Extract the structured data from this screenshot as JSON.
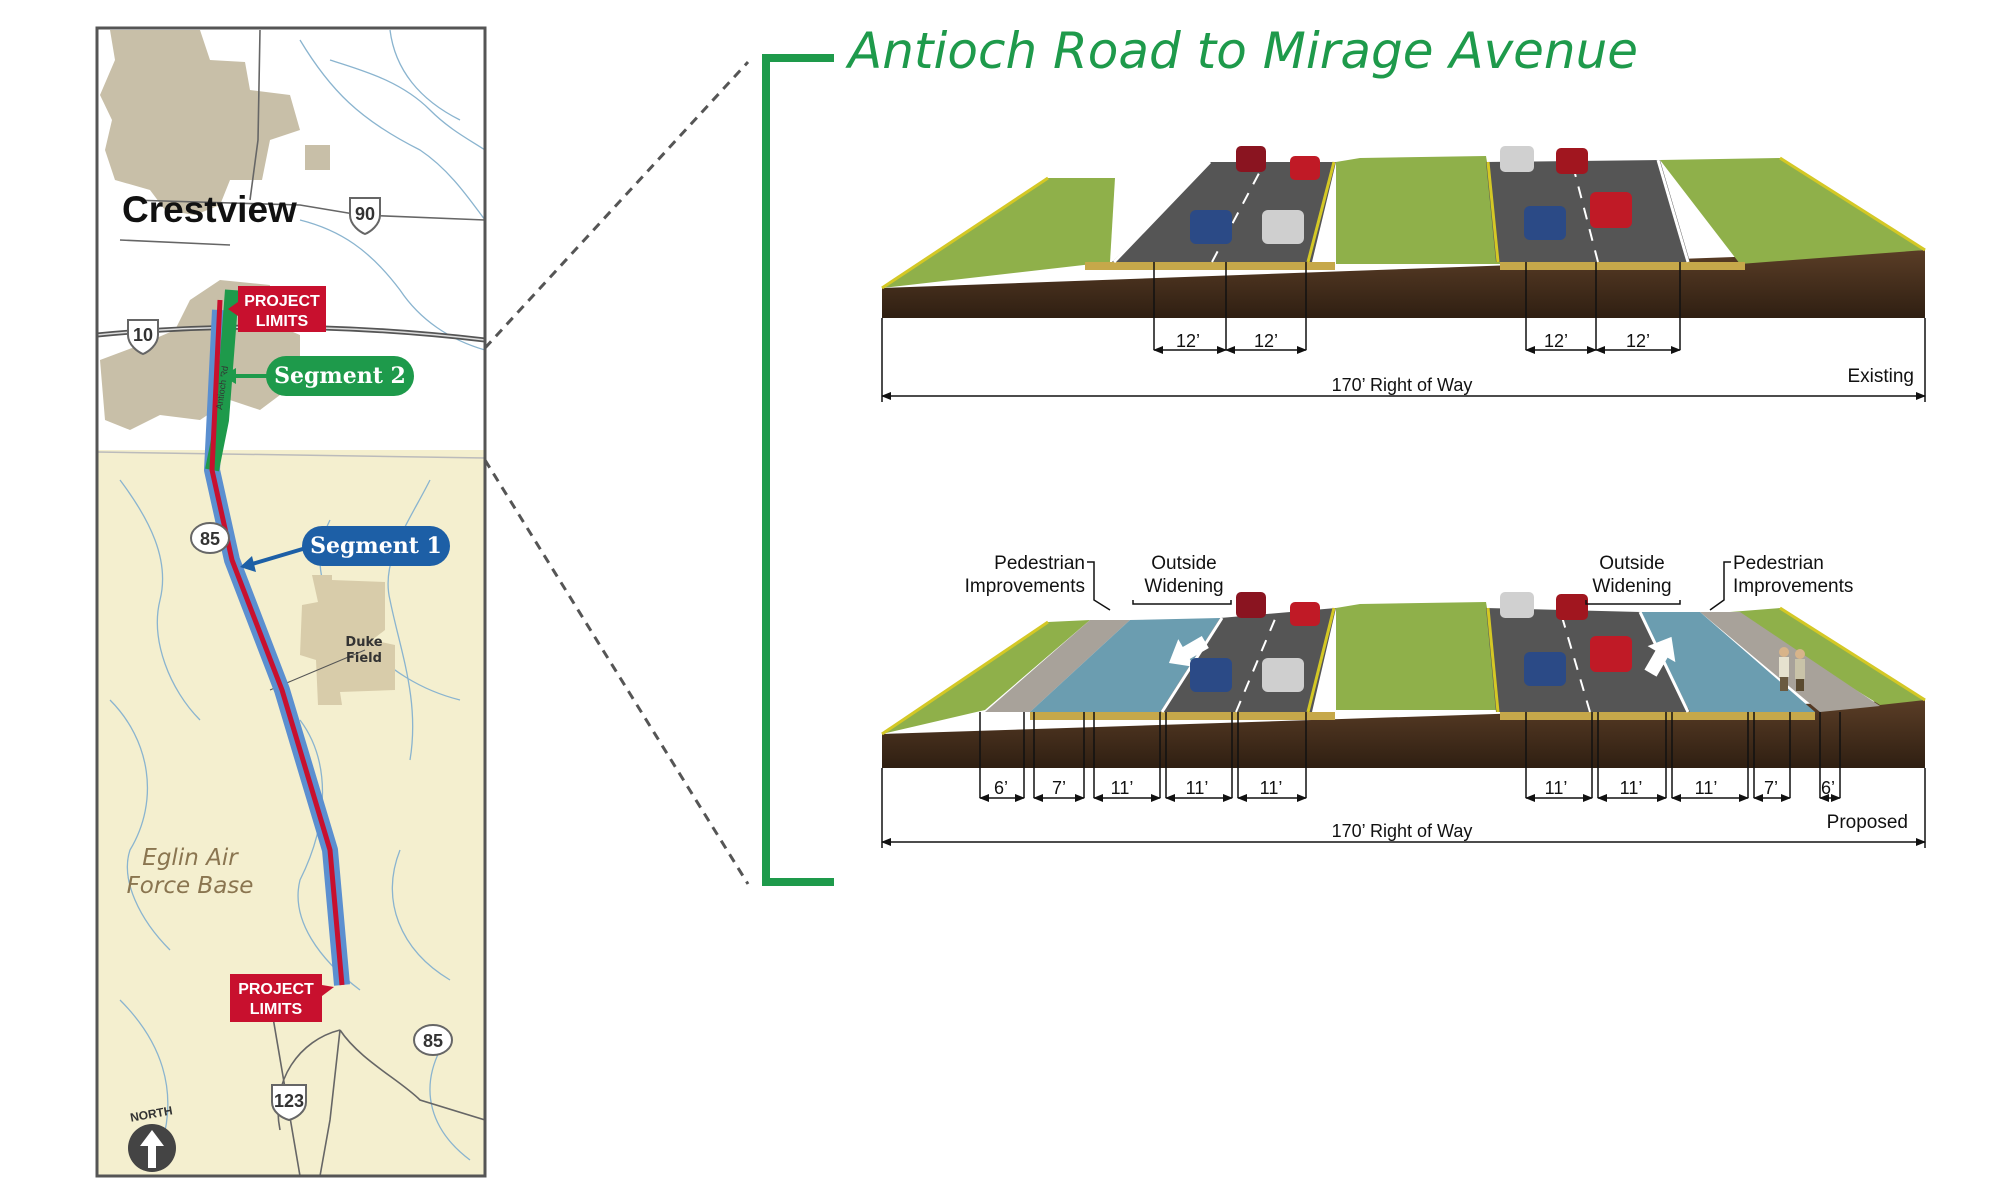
{
  "title": "Antioch Road to Mirage Avenue",
  "map": {
    "city_label": "Crestview",
    "base_label_line1": "Eglin Air",
    "base_label_line2": "Force Base",
    "duke_label_line1": "Duke",
    "duke_label_line2": "Field",
    "road_label": "Antioch Rd",
    "north_label": "NORTH",
    "shields": {
      "us90": "90",
      "i10": "10",
      "sr85_top": "85",
      "sr85_bottom": "85",
      "sr123": "123"
    },
    "project_limits_top_line1": "PROJECT",
    "project_limits_top_line2": "LIMITS",
    "project_limits_bottom_line1": "PROJECT",
    "project_limits_bottom_line2": "LIMITS",
    "segment2_label": "Segment 2",
    "segment1_label": "Segment 1"
  },
  "existing": {
    "lane_widths": [
      "12’",
      "12’",
      "12’",
      "12’"
    ],
    "right_of_way": "170’ Right of Way",
    "caption": "Existing"
  },
  "proposed": {
    "lane_widths": [
      "6’",
      "7’",
      "11’",
      "11’",
      "11’",
      "11’",
      "11’",
      "11’",
      "7’",
      "6’"
    ],
    "right_of_way": "170’ Right of Way",
    "caption": "Proposed",
    "left_ped_line1": "Pedestrian",
    "left_ped_line2": "Improvements",
    "left_widen_line1": "Outside",
    "left_widen_line2": "Widening",
    "right_widen_line1": "Outside",
    "right_widen_line2": "Widening",
    "right_ped_line1": "Pedestrian",
    "right_ped_line2": "Improvements"
  },
  "colors": {
    "title_green": "#1e9a4b",
    "segment1_blue": "#1d5fa6",
    "segment2_green": "#1e9a4b",
    "project_red": "#c8102e",
    "base_tan": "#f4efcf",
    "grass": "#8fb04a",
    "soil": "#4a3220",
    "asphalt": "#555555",
    "bike_lane": "#6b9db0"
  }
}
